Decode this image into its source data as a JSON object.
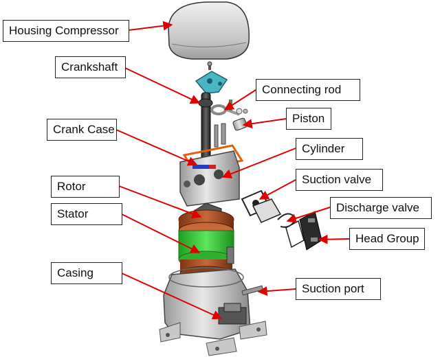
{
  "labels": {
    "housing_compressor": "Housing Compressor",
    "crankshaft": "Crankshaft",
    "connecting_rod": "Connecting rod",
    "piston": "Piston",
    "crank_case": "Crank Case",
    "cylinder": "Cylinder",
    "rotor": "Rotor",
    "suction_valve": "Suction valve",
    "stator": "Stator",
    "discharge_valve": "Discharge valve",
    "head_group": "Head Group",
    "casing": "Casing",
    "suction_port": "Suction port"
  },
  "colors": {
    "arrow": "#e00000",
    "stator_green": "#33cc33",
    "copper": "#b5522a",
    "crank_teal": "#4ab6c4",
    "metal_gray": "#c8c8c8"
  }
}
